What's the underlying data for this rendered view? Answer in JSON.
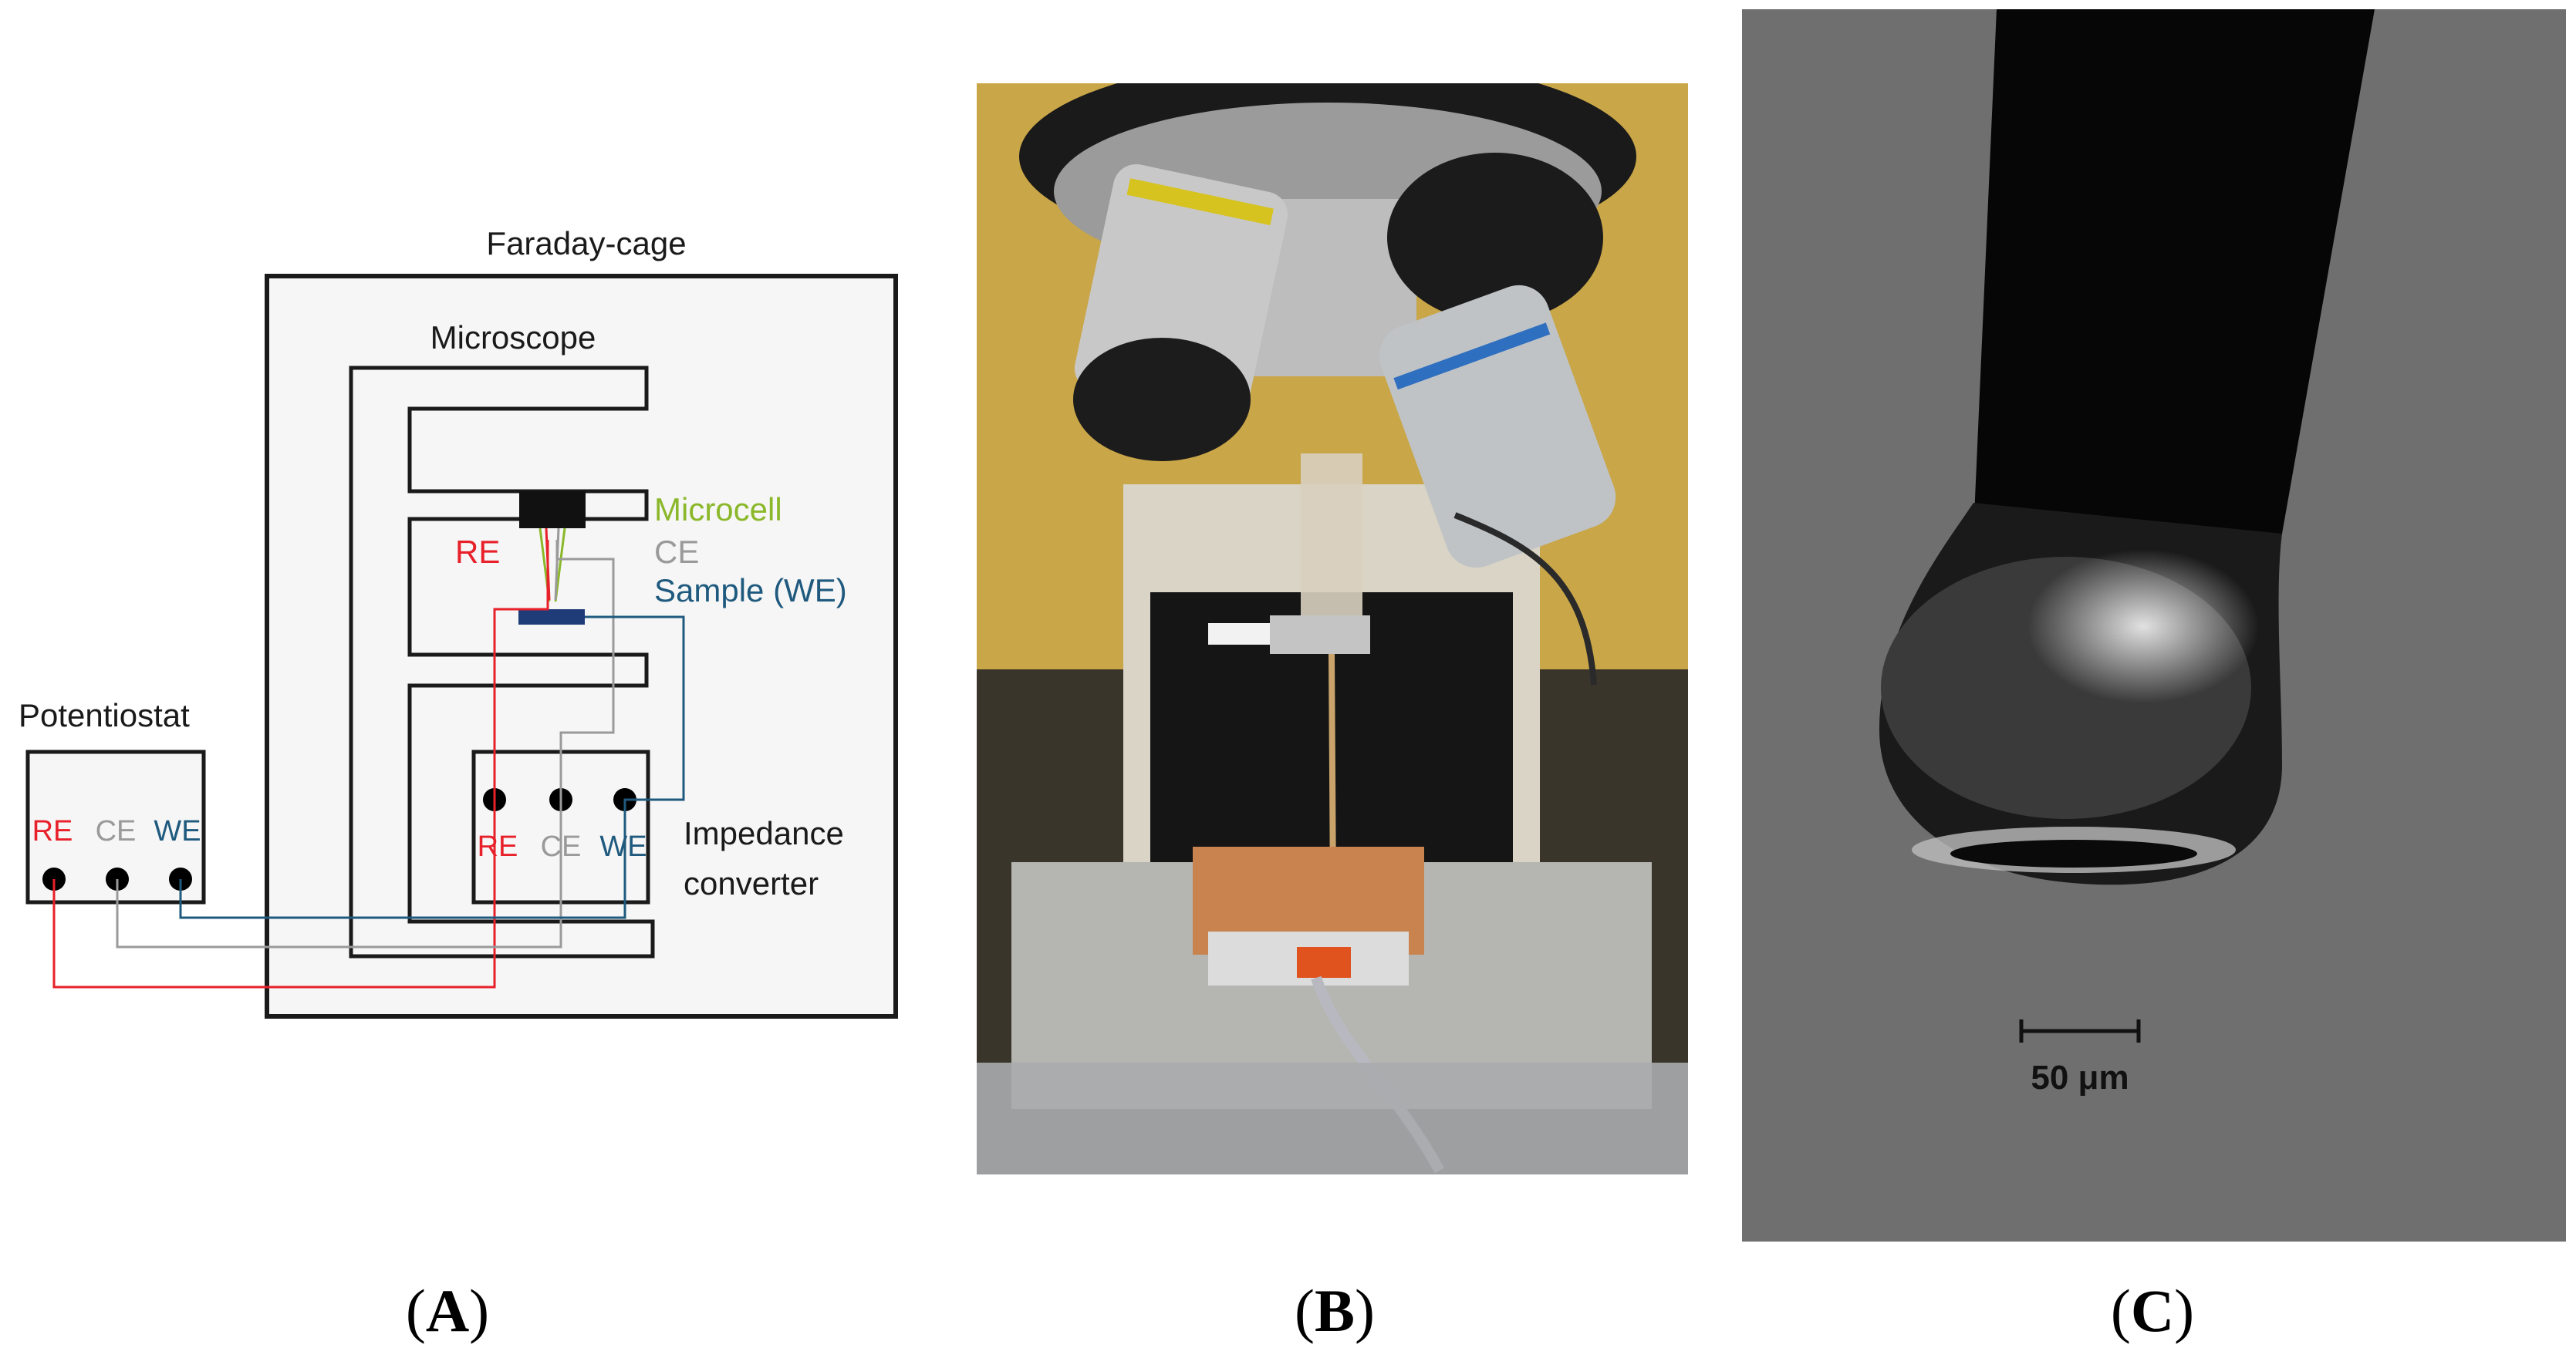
{
  "panel_a": {
    "faraday_cage_label": "Faraday-cage",
    "microscope_label": "Microscope",
    "potentiostat_label": "Potentiostat",
    "microcell_label": "Microcell",
    "re_label": "RE",
    "ce_label": "CE",
    "sample_label": "Sample (WE)",
    "impedance_label_line1": "Impedance",
    "impedance_label_line2": "converter",
    "terminals": {
      "re": "RE",
      "ce": "CE",
      "we": "WE"
    },
    "colors": {
      "re": "#e8202a",
      "ce": "#9a9a9a",
      "we": "#1f5a7e",
      "microcell": "#8ab82a",
      "frame": "#1a1a1a",
      "cage_fill": "#f6f6f6"
    }
  },
  "panel_b": {
    "description_icon": "microscope-photo"
  },
  "panel_c": {
    "scale_bar_label": "50 μm"
  },
  "captions": {
    "a": "A",
    "b": "B",
    "c": "C"
  }
}
